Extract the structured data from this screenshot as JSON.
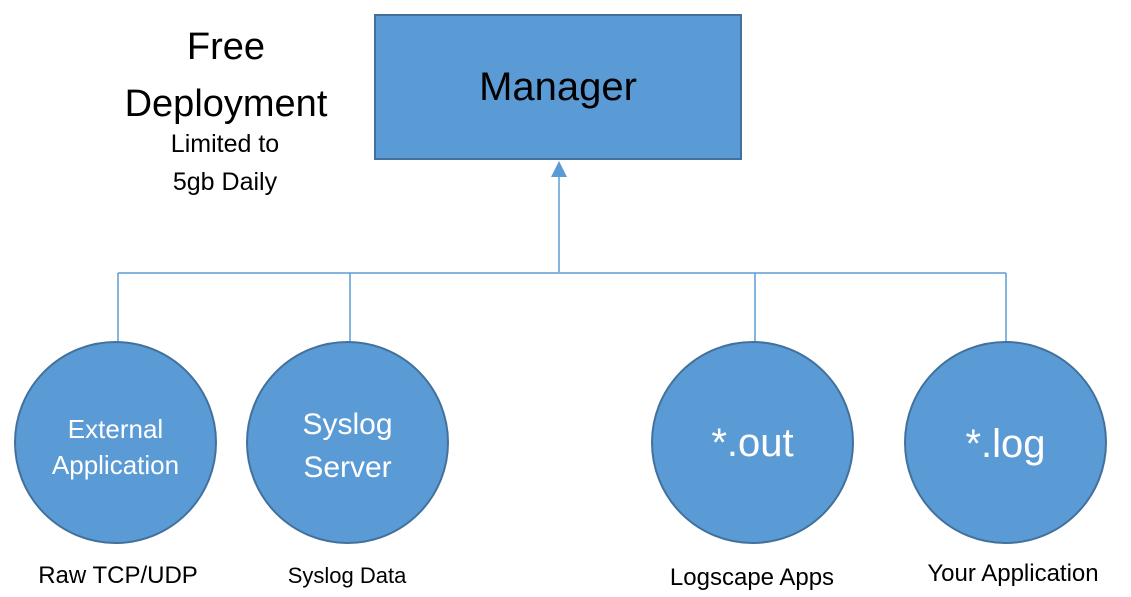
{
  "title": {
    "line1": "Free",
    "line2": "Deployment",
    "note_line1": "Limited to",
    "note_line2": "5gb Daily"
  },
  "manager": {
    "label": "Manager"
  },
  "nodes": [
    {
      "line1": "External",
      "line2": "Application",
      "caption": "Raw TCP/UDP"
    },
    {
      "line1": "Syslog",
      "line2": "Server",
      "caption": "Syslog Data"
    },
    {
      "line1": "*.out",
      "caption": "Logscape Apps"
    },
    {
      "line1": "*.log",
      "caption": "Your Application"
    }
  ],
  "colors": {
    "node_fill": "#5b9bd5",
    "node_border": "#41719c",
    "connector": "#5b9bd5"
  }
}
